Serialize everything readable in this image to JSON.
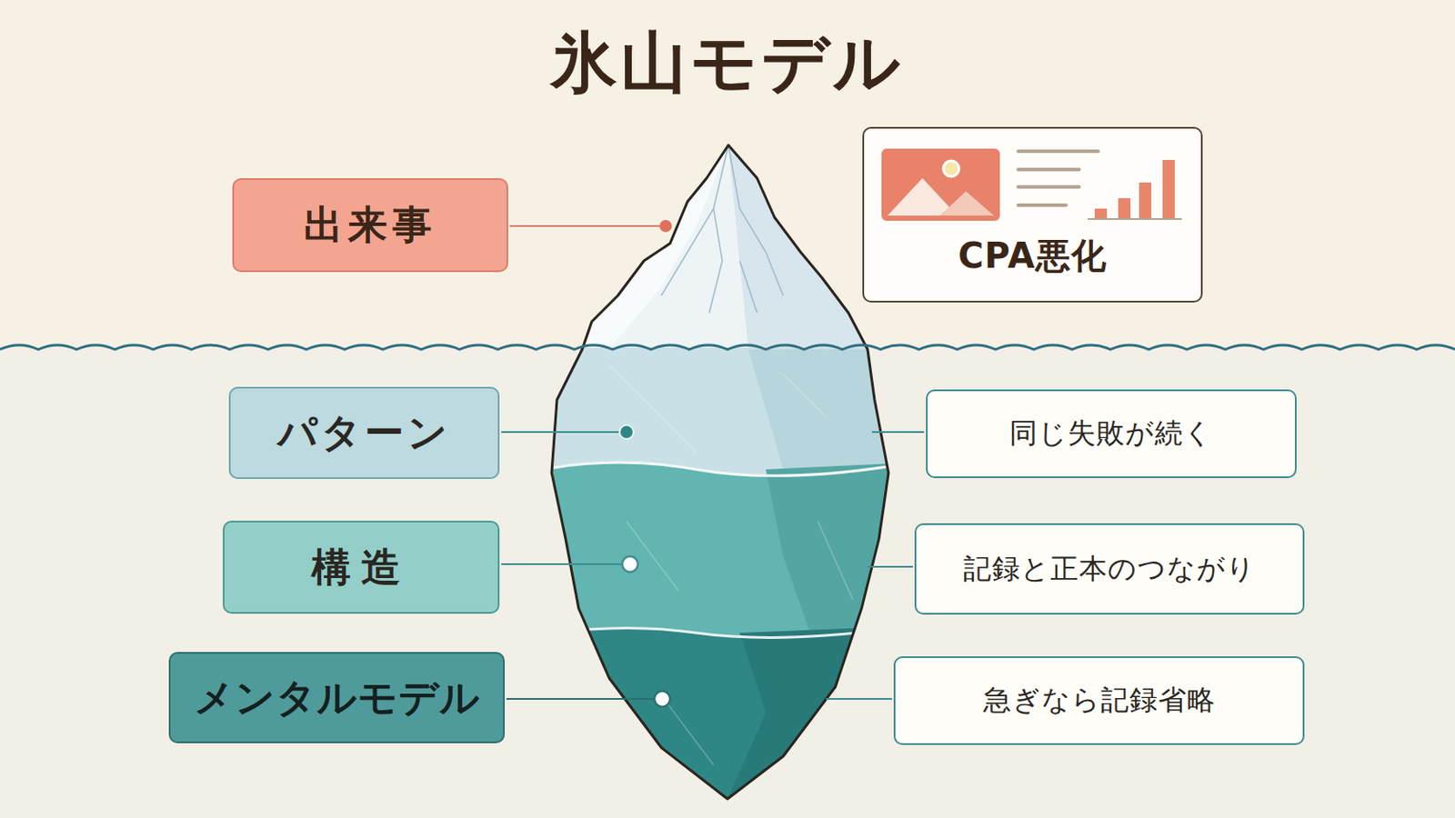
{
  "diagram": {
    "title": "氷山モデル",
    "nodes": [
      {
        "text": [
          "出来事"
        ]
      },
      {
        "text": [
          "CPA悪化"
        ]
      },
      {
        "text": [
          "パターン"
        ]
      },
      {
        "text": [
          "同じ失敗が続く"
        ]
      },
      {
        "text": [
          "構造"
        ]
      },
      {
        "text": [
          "記録と正本のつながり"
        ]
      },
      {
        "text": [
          "メンタルモデル"
        ]
      },
      {
        "text": [
          "急ぎなら記録省略"
        ]
      }
    ]
  }
}
